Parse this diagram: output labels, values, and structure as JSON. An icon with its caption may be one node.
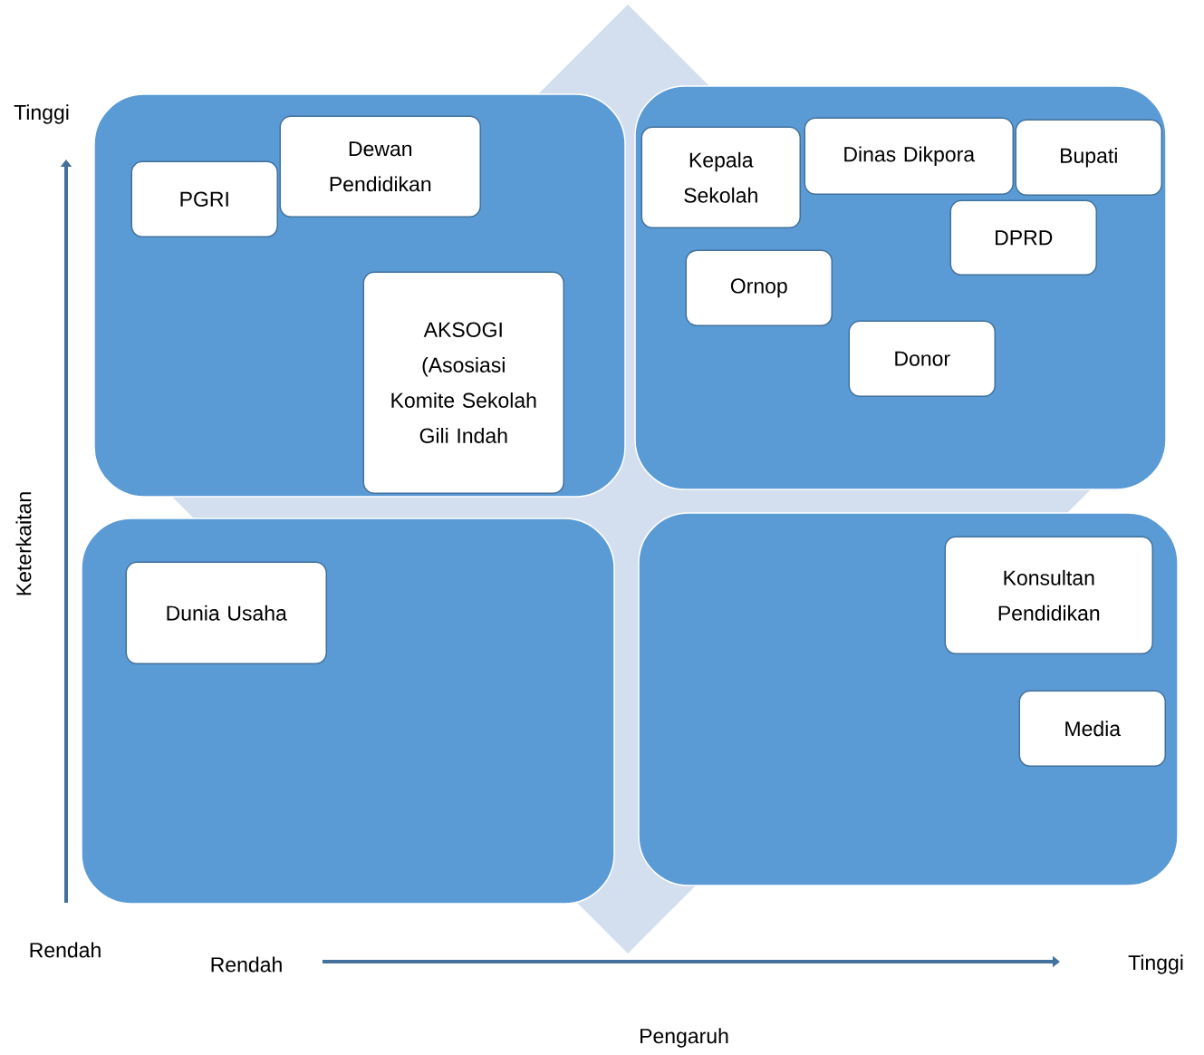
{
  "diagram": {
    "nodes": [
      {
        "text": [],
        "shape": "box"
      },
      {
        "text": [
          "Dewan Pendidikan"
        ],
        "in": 0
      },
      {
        "text": [
          "PGRI"
        ],
        "in": 0
      },
      {
        "text": [
          "AKSOGI (Asosiasi Komite Sekolah Gili Indah"
        ],
        "in": 0
      },
      {
        "text": [],
        "shape": "box"
      },
      {
        "text": [
          "Kepala Sekolah"
        ],
        "in": 4
      },
      {
        "text": [
          "Dinas Dikpora"
        ],
        "in": 4
      },
      {
        "text": [
          "Bupati"
        ],
        "in": 4
      },
      {
        "text": [
          "DPRD"
        ],
        "in": 4
      },
      {
        "text": [
          "Ornop"
        ],
        "in": 4
      },
      {
        "text": [
          "Donor"
        ],
        "in": 4
      },
      {
        "text": [],
        "shape": "box"
      },
      {
        "text": [
          "Dunia Usaha"
        ],
        "in": 11
      },
      {
        "text": [],
        "shape": "box"
      },
      {
        "text": [
          "Konsultan Pendidikan"
        ],
        "in": 13
      },
      {
        "text": [
          "Media"
        ],
        "in": 13
      }
    ],
    "edges": [],
    "labels": [
      "Tinggi",
      "Keterkaitan",
      "Rendah",
      "Rendah",
      "Tinggi",
      "Pengaruh"
    ]
  }
}
